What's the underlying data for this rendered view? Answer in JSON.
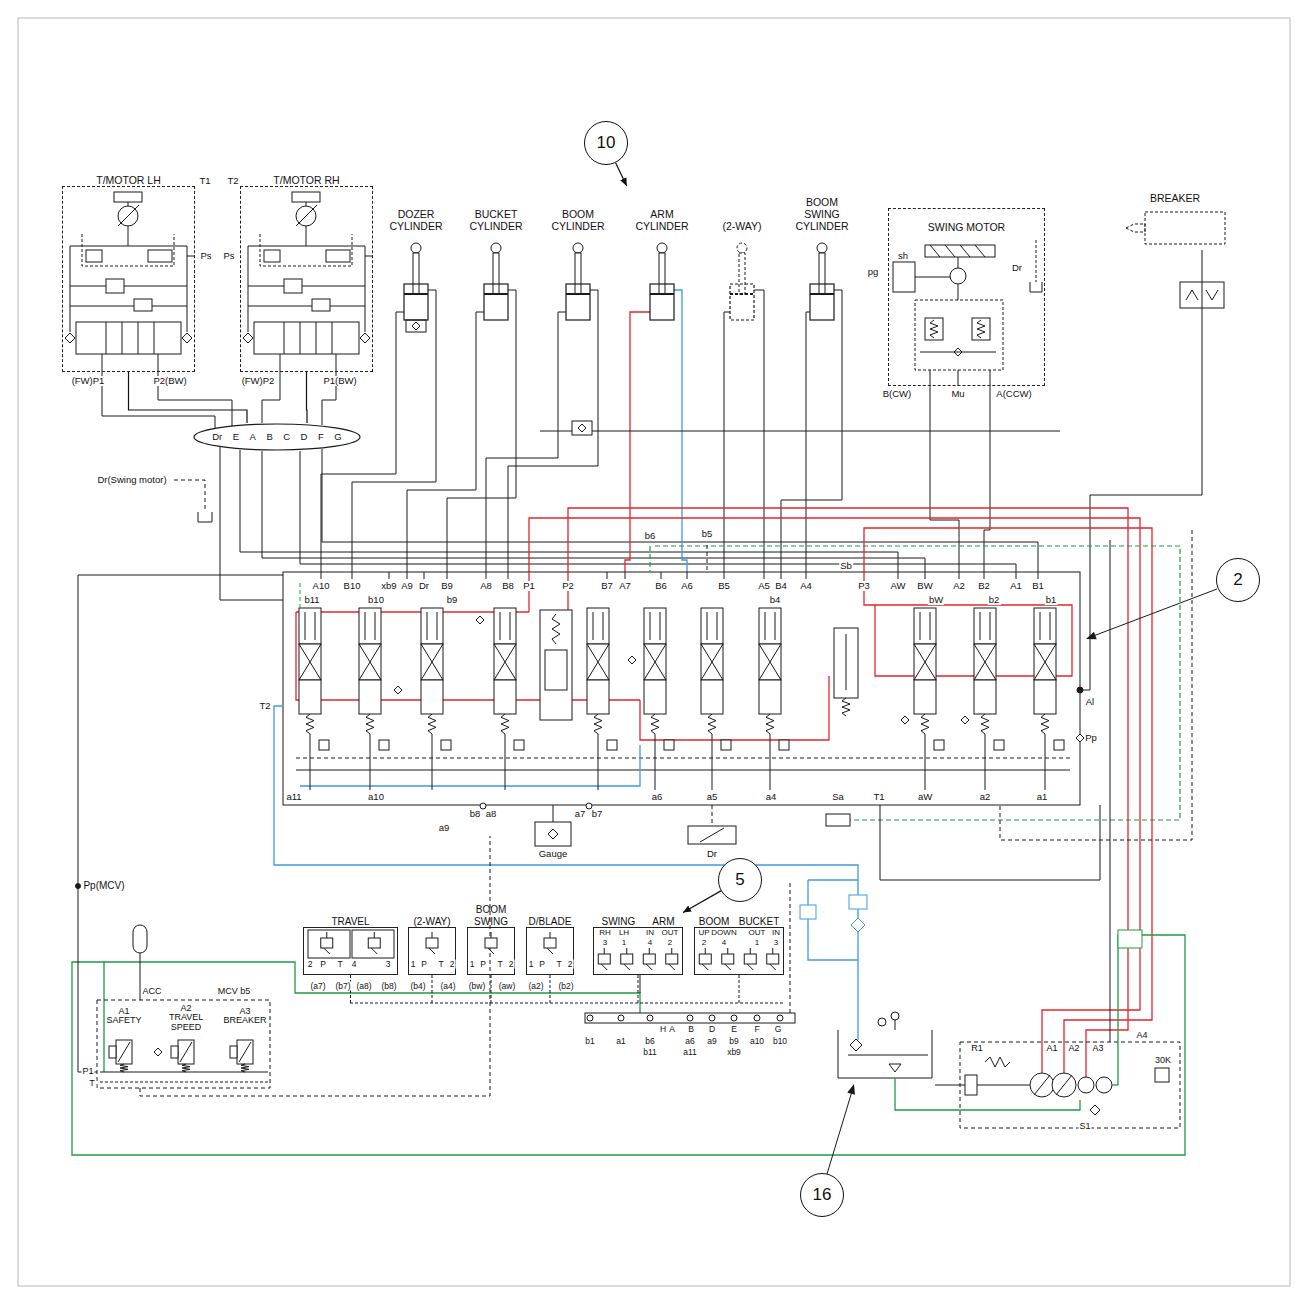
{
  "diagram": {
    "nodes": [
      {
        "text": [
          "10"
        ]
      },
      {
        "text": [
          "T/MOTOR LH"
        ]
      },
      {
        "text": [
          "T/MOTOR RH"
        ]
      },
      {
        "text": [
          "DOZER CYLINDER"
        ]
      },
      {
        "text": [
          "BUCKET CYLINDER"
        ]
      },
      {
        "text": [
          "BOOM CYLINDER"
        ]
      },
      {
        "text": [
          "ARM CYLINDER"
        ]
      },
      {
        "text": [
          "(2-WAY)"
        ]
      },
      {
        "text": [
          "BOOM SWING CYLINDER"
        ]
      },
      {
        "text": [
          "SWING MOTOR"
        ]
      },
      {
        "text": [
          "BREAKER"
        ]
      },
      {
        "text": [
          "Dr",
          "E",
          "A",
          "B",
          "C",
          "D",
          "F",
          "G"
        ]
      },
      {
        "text": [
          "2"
        ]
      },
      {
        "text": [
          "5"
        ]
      },
      {
        "text": [
          "TRAVEL"
        ]
      },
      {
        "text": [
          "(2-WAY)"
        ]
      },
      {
        "text": [
          "BOOM SWING"
        ]
      },
      {
        "text": [
          "D/BLADE"
        ]
      },
      {
        "text": [
          "SWING",
          "ARM"
        ]
      },
      {
        "text": [
          "BOOM",
          "BUCKET"
        ]
      },
      {
        "text": [
          "16"
        ]
      }
    ],
    "edges": [
      {
        "from": 0,
        "to": 6,
        "arrow": "to"
      },
      {
        "from": 13,
        "to": 18,
        "arrow": "to"
      },
      {
        "from": 1,
        "to": 11,
        "arrow": "none"
      },
      {
        "from": 2,
        "to": 11,
        "arrow": "none"
      }
    ],
    "labels": [
      "T1",
      "T2",
      "Ps",
      "Ps",
      "(FW)P1",
      "P2(BW)",
      "(FW)P2",
      "P1(BW)",
      "pg",
      "sh",
      "Dr",
      "B(CW)",
      "Mu",
      "A(CCW)",
      "Dr(Swing motor)",
      "b6",
      "b5",
      "Sb",
      "A10",
      "B10",
      "xb9",
      "A9",
      "Dr",
      "B9",
      "A8",
      "B8",
      "P1",
      "P2",
      "B7",
      "A7",
      "B6",
      "A6",
      "B5",
      "A5",
      "B4",
      "A4",
      "P3",
      "AW",
      "BW",
      "A2",
      "B2",
      "A1",
      "B1",
      "b11",
      "b10",
      "b9",
      "b4",
      "bW",
      "b2",
      "b1",
      "T2",
      "Al",
      "Pp",
      "a11",
      "a10",
      "a6",
      "a5",
      "a4",
      "Sa",
      "T1",
      "aW",
      "a2",
      "a1",
      "b8",
      "a8",
      "a7",
      "b7",
      "a9",
      "Gauge",
      "Dr",
      "Pp(MCV)",
      "2",
      "P",
      "T",
      "4",
      "3",
      "(a7)",
      "(b7)",
      "(a8)",
      "(b8)",
      "1",
      "P",
      "T",
      "2",
      "(b4)",
      "(a4)",
      "1",
      "P",
      "T",
      "2",
      "(bw)",
      "(aw)",
      "1",
      "P",
      "T",
      "2",
      "(a2)",
      "(b2)",
      "RH",
      "LH",
      "IN",
      "OUT",
      "3",
      "1",
      "4",
      "2",
      "UP",
      "DOWN",
      "OUT",
      "IN",
      "2",
      "4",
      "1",
      "3",
      "H",
      "A",
      "B",
      "D",
      "E",
      "F",
      "G",
      "b1",
      "a1",
      "b6",
      "a6",
      "a9",
      "b9",
      "a10",
      "b10",
      "b11",
      "a11",
      "xb9",
      "ACC",
      "MCV b5",
      "A1 SAFETY",
      "A2 TRAVEL SPEED",
      "A3 BREAKER",
      "P1",
      "T",
      "R1",
      "A1",
      "A2",
      "A3",
      "A4",
      "30K",
      "S1"
    ]
  }
}
